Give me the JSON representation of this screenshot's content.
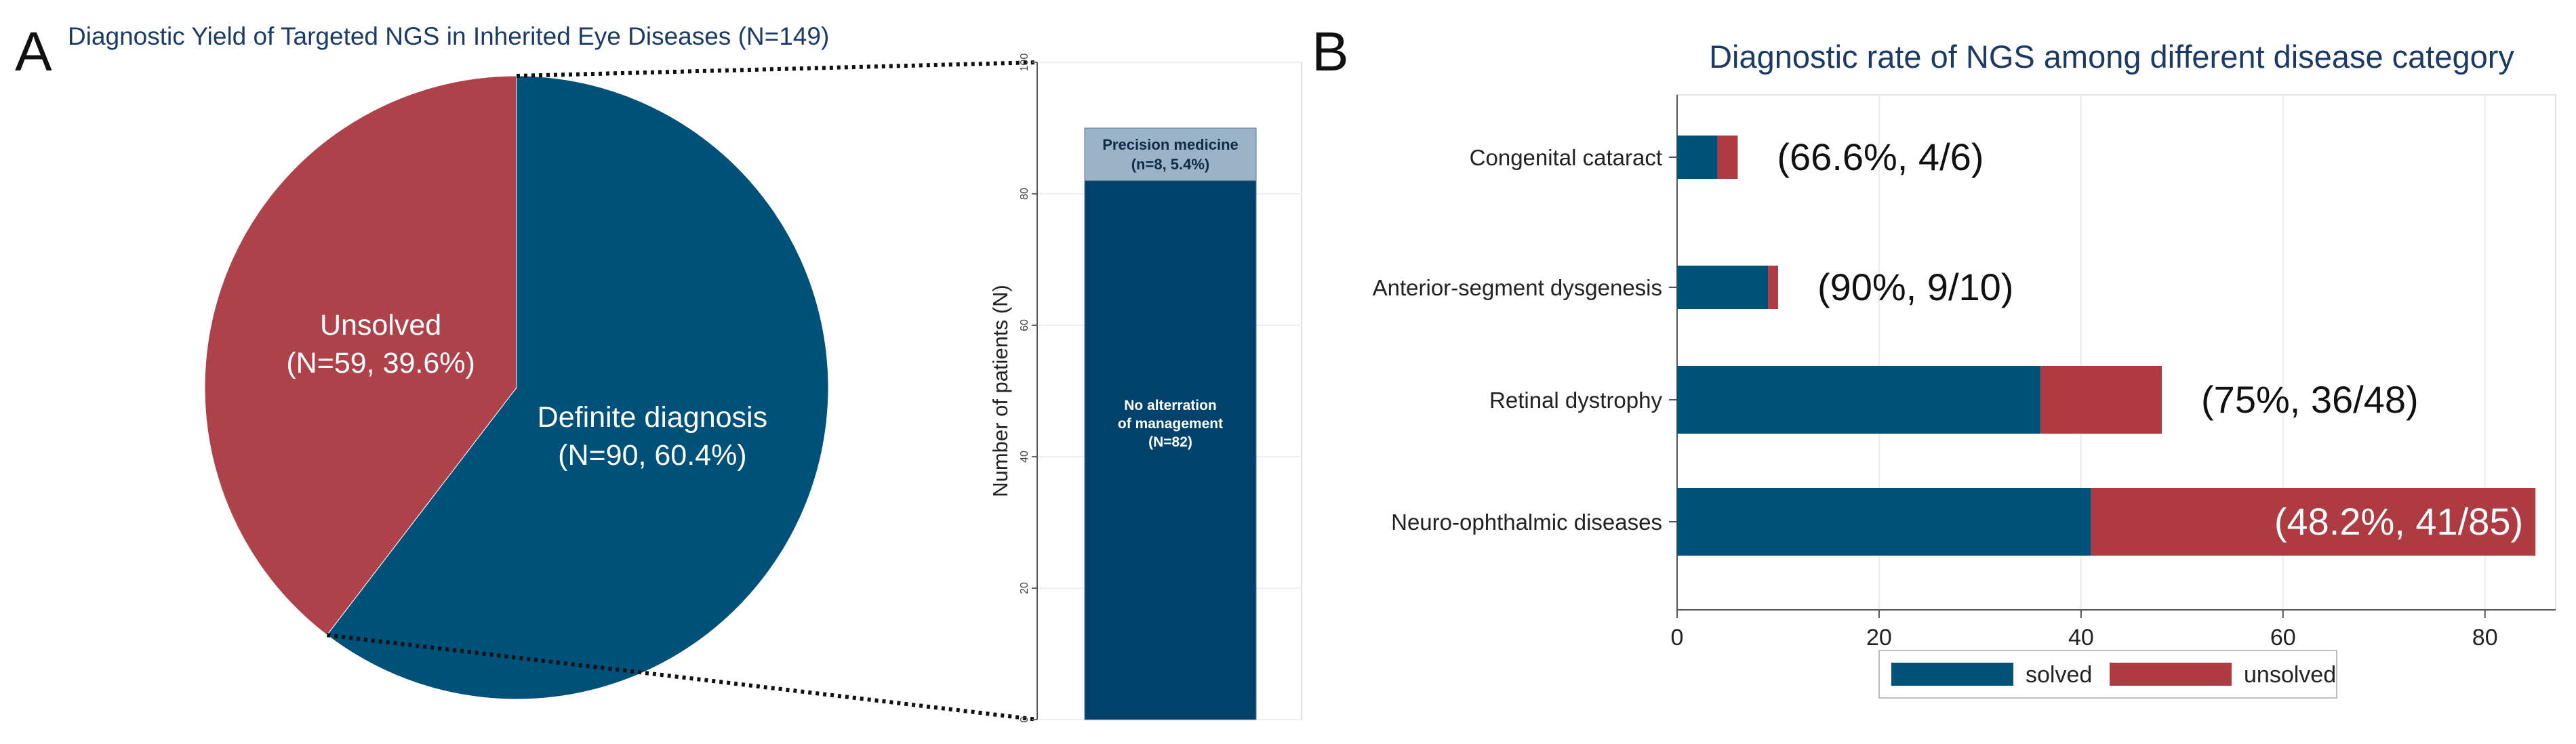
{
  "panel_a": {
    "letter": "A",
    "title": "Diagnostic Yield of Targeted NGS in Inherited Eye Diseases (N=149)",
    "pie": {
      "slices": [
        {
          "label": "Definite diagnosis",
          "detail": "(N=90, 60.4%)",
          "value": 90,
          "color": "#00517a"
        },
        {
          "label": "Unsolved",
          "detail": "(N=59, 39.6%)",
          "value": 59,
          "color": "#ae424b"
        }
      ]
    },
    "stacked_bar": {
      "ylabel": "Number of patients (N)",
      "yticks": [
        0,
        20,
        40,
        60,
        80,
        100
      ],
      "ylim": [
        0,
        100
      ],
      "segments": [
        {
          "lines": [
            "No alterration",
            "of management",
            "(N=82)"
          ],
          "value": 82,
          "color": "#00426b"
        },
        {
          "lines": [
            "Precision medicine",
            "(n=8, 5.4%)"
          ],
          "value": 8,
          "color": "#9bb3c6"
        }
      ]
    }
  },
  "panel_b": {
    "letter": "B",
    "title": "Diagnostic rate of NGS among different disease category",
    "xticks": [
      0,
      20,
      40,
      60,
      80
    ],
    "xlim": [
      0,
      87
    ],
    "colors": {
      "solved": "#00517a",
      "unsolved": "#ae3a42"
    },
    "legend": {
      "solved": "solved",
      "unsolved": "unsolved"
    }
  },
  "chart_data": [
    {
      "type": "pie",
      "title": "Diagnostic Yield of Targeted NGS in Inherited Eye Diseases (N=149)",
      "categories": [
        "Definite diagnosis",
        "Unsolved"
      ],
      "values": [
        90,
        59
      ]
    },
    {
      "type": "bar",
      "stacked": true,
      "ylabel": "Number of patients (N)",
      "ylim": [
        0,
        100
      ],
      "series": [
        {
          "name": "No alterration of management",
          "values": [
            82
          ]
        },
        {
          "name": "Precision medicine",
          "values": [
            8
          ]
        }
      ]
    },
    {
      "type": "bar",
      "orientation": "horizontal",
      "stacked": true,
      "title": "Diagnostic rate of NGS among different disease category",
      "categories": [
        "Congenital cataract",
        "Anterior-segment dysgenesis",
        "Retinal dystrophy",
        "Neuro-ophthalmic diseases"
      ],
      "series": [
        {
          "name": "solved",
          "values": [
            4,
            9,
            36,
            41
          ]
        },
        {
          "name": "unsolved",
          "values": [
            2,
            1,
            12,
            44
          ]
        }
      ],
      "annotations": [
        "(66.6%, 4/6)",
        "(90%, 9/10)",
        "(75%, 36/48)",
        "(48.2%, 41/85)"
      ],
      "xlim": [
        0,
        87
      ],
      "legend": "bottom"
    }
  ]
}
